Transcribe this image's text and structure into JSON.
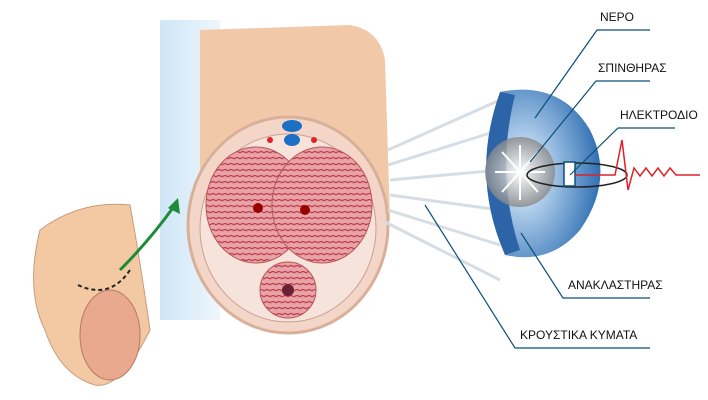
{
  "labels": {
    "water": "ΝΕΡΟ",
    "spark": "ΣΠΙΝΘΗΡΑΣ",
    "electrode": "ΗΛΕΚΤΡΟΔΙΟ",
    "reflector": "ΑΝΑΚΛΑΣΤΗΡΑΣ",
    "shockwaves": "ΚΡΟΥΣΤΙΚΑ ΚΥΜΑΤΑ"
  },
  "colors": {
    "leader": "#0b4f7c",
    "signal": "#e0202a",
    "arrow": "#1f8a3a",
    "tissue": "#c94a55",
    "reflector": "#3e7fc0"
  }
}
